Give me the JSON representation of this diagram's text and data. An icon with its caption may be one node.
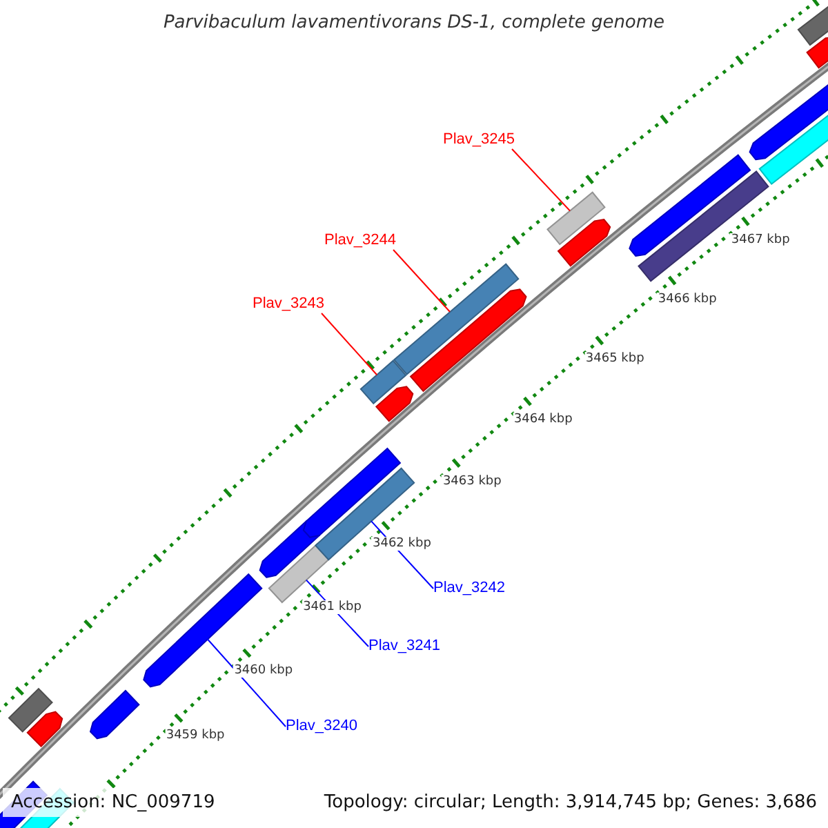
{
  "diagram": {
    "title": "Parvibaculum lavamentivorans DS-1, complete genome",
    "nodes": [
      {
        "text": [
          "Plav_3245"
        ]
      },
      {
        "text": [
          "Plav_3244"
        ]
      },
      {
        "text": [
          "Plav_3243"
        ]
      },
      {
        "text": [
          "Plav_3242"
        ]
      },
      {
        "text": [
          "Plav_3241"
        ]
      },
      {
        "text": [
          "Plav_3240"
        ]
      },
      {
        "text": [],
        "shape": "arrow"
      },
      {
        "text": [],
        "shape": "bar"
      },
      {
        "text": [],
        "shape": "bar"
      },
      {
        "text": [],
        "shape": "arrow"
      },
      {
        "text": [],
        "shape": "arrow"
      },
      {
        "text": [],
        "shape": "arrow"
      },
      {
        "text": [],
        "shape": "arrow"
      },
      {
        "text": [],
        "shape": "bar"
      },
      {
        "text": [],
        "shape": "arrow"
      },
      {
        "text": [],
        "shape": "bar"
      },
      {
        "text": [],
        "shape": "bar"
      },
      {
        "text": [],
        "shape": "arrow"
      },
      {
        "text": [],
        "shape": "bar"
      },
      {
        "text": [],
        "shape": "arrow"
      },
      {
        "text": [],
        "shape": "bar"
      },
      {
        "text": [],
        "shape": "arrow"
      },
      {
        "text": [],
        "shape": "arrow"
      },
      {
        "text": [],
        "shape": "bar"
      },
      {
        "text": [],
        "shape": "arrow"
      },
      {
        "text": [],
        "shape": "bar"
      },
      {
        "text": [],
        "shape": "bar"
      },
      {
        "text": [],
        "shape": "arrow"
      }
    ],
    "edges": [
      {
        "from": 0,
        "to": 20,
        "arrow": "none",
        "color": "#ff0000"
      },
      {
        "from": 1,
        "to": 18,
        "arrow": "none",
        "color": "#ff0000"
      },
      {
        "from": 2,
        "to": 16,
        "arrow": "none",
        "color": "#ff0000"
      },
      {
        "from": 3,
        "to": 15,
        "arrow": "none",
        "color": "#0000ff"
      },
      {
        "from": 4,
        "to": 13,
        "arrow": "none",
        "color": "#0000ff"
      },
      {
        "from": 5,
        "to": 11,
        "arrow": "none",
        "color": "#0000ff"
      }
    ],
    "labels": [
      "3459 kbp",
      "3460 kbp",
      "3461 kbp",
      "3462 kbp",
      "3463 kbp",
      "3464 kbp",
      "3465 kbp",
      "3466 kbp",
      "3467 kbp",
      "Accession: NC_009719",
      "Topology: circular; Length: 3,914,745 bp; Genes: 3,686"
    ]
  }
}
